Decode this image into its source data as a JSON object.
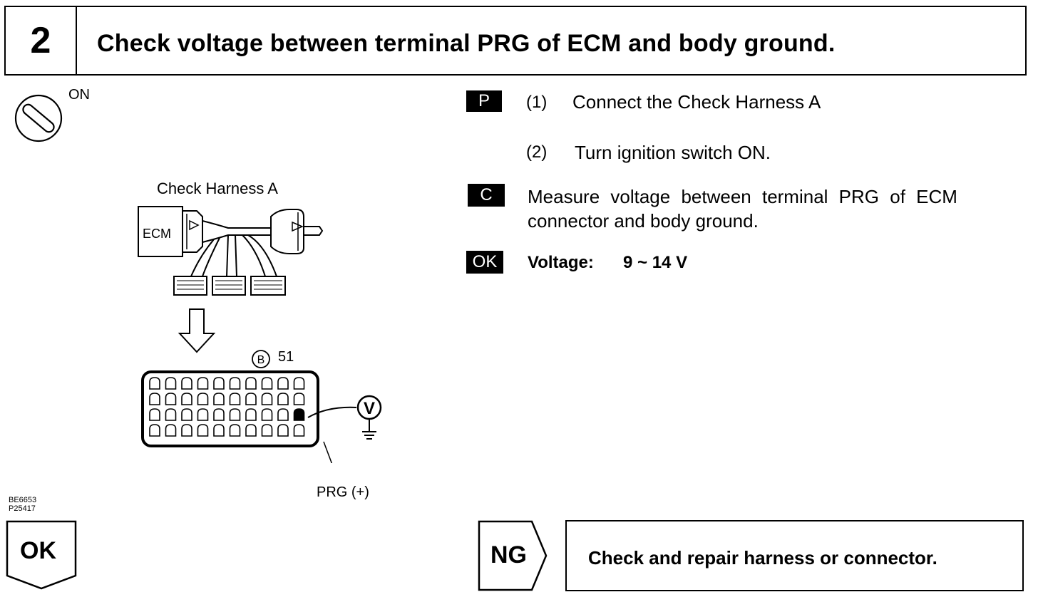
{
  "header": {
    "step_number": "2",
    "title": "Check voltage between terminal PRG of ECM and body ground."
  },
  "ignition": {
    "label": "ON",
    "icon": "ignition-switch-icon"
  },
  "diagram": {
    "harness_label": "Check Harness A",
    "ecm_label": "ECM",
    "connector_label": "51",
    "connector_code_icon": "circled-b-icon",
    "terminal_label": "PRG (+)",
    "voltmeter_symbol": "V",
    "ref_codes": [
      "BE6653",
      "P25417"
    ]
  },
  "instructions": {
    "prep_badge": "P",
    "steps": [
      {
        "num": "(1)",
        "text": "Connect the Check Harness A"
      },
      {
        "num": "(2)",
        "text": "Turn ignition switch ON."
      }
    ],
    "check_badge": "C",
    "check_line1": "Measure voltage between terminal PRG of ECM",
    "check_line2": "connector and body ground.",
    "ok_badge": "OK",
    "ok_label": "Voltage:",
    "ok_value": "9 ~ 14 V"
  },
  "results": {
    "ok_label": "OK",
    "ng_label": "NG",
    "ng_action": "Check and repair harness or connector."
  }
}
